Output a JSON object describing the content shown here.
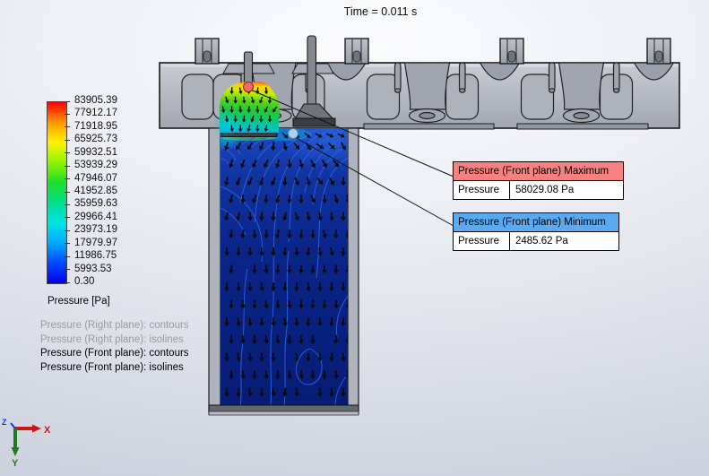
{
  "viewport": {
    "title": "Time = 0.011 s"
  },
  "legend": {
    "ticks": [
      "83905.39",
      "77912.17",
      "71918.95",
      "65925.73",
      "59932.51",
      "53939.29",
      "47946.07",
      "41952.85",
      "35959.63",
      "29966.41",
      "23973.19",
      "17979.97",
      "11986.75",
      "5993.53",
      "0.30"
    ],
    "unit_label": "Pressure [Pa]",
    "scale_colors": [
      "#ff0000",
      "#ff9800",
      "#fff300",
      "#8cf400",
      "#1ede2a",
      "#00df8d",
      "#00e5e5",
      "#00a9ff",
      "#0048ff",
      "#0500e8"
    ]
  },
  "display_settings": {
    "lines": [
      {
        "text": "Pressure (Right plane): contours",
        "active": false
      },
      {
        "text": "Pressure (Right plane): isolines",
        "active": false
      },
      {
        "text": "Pressure (Front plane): contours",
        "active": true
      },
      {
        "text": "Pressure (Front plane): isolines",
        "active": true
      }
    ]
  },
  "callouts": {
    "max": {
      "header": "Pressure (Front plane) Maximum",
      "param_label": "Pressure",
      "value": "58029.08 Pa",
      "header_color": "#f8807e"
    },
    "min": {
      "header": "Pressure (Front plane) Minimum",
      "param_label": "Pressure",
      "value": "2485.62 Pa",
      "header_color": "#58abf0"
    }
  },
  "markers": {
    "max_color": "#f26a6a",
    "min_color": "#a9d3f2"
  },
  "triad": {
    "x_label": "X",
    "y_label": "Y",
    "z_label": "Z",
    "x_color": "#cc1515",
    "y_color": "#1d7c1d",
    "z_color": "#1a35cc"
  }
}
